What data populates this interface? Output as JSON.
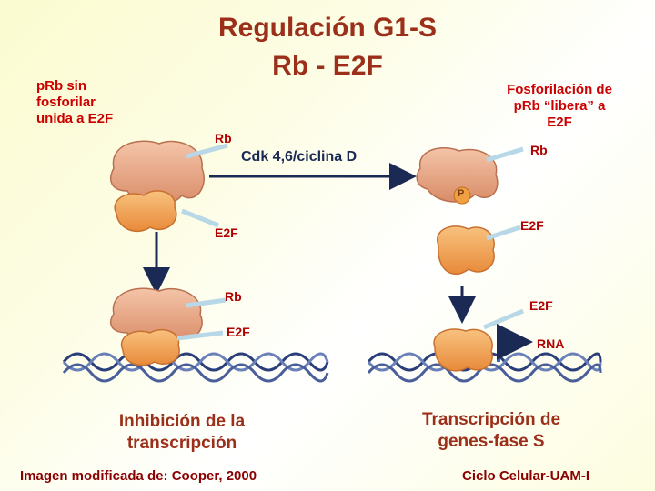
{
  "title_line1": "Regulación G1-S",
  "title_line2": "Rb - E2F",
  "left_note": [
    "pRb sin",
    "fosforilar",
    "unida a E2F"
  ],
  "right_note": [
    "Fosforilación de",
    "pRb “libera” a",
    "E2F"
  ],
  "labels": {
    "rb_top_left": "Rb",
    "e2f_top_left": "E2F",
    "cdk": "Cdk 4,6/ciclina D",
    "rb_top_right": "Rb",
    "e2f_mid_right": "E2F",
    "p": "P",
    "rb_bottom_left": "Rb",
    "e2f_bottom_left": "E2F",
    "e2f_bottom_right": "E2F",
    "rna": "RNA"
  },
  "caption_left": [
    "Inhibición de la",
    "transcripción"
  ],
  "caption_right": [
    "Transcripción de",
    "genes-fase S"
  ],
  "footer_left": "Imagen modificada de: Cooper, 2000",
  "footer_right": "Ciclo Celular-UAM-I",
  "colors": {
    "rb": "#e8a888",
    "e2f": "#f2a35a",
    "accent": "#cc0000"
  }
}
